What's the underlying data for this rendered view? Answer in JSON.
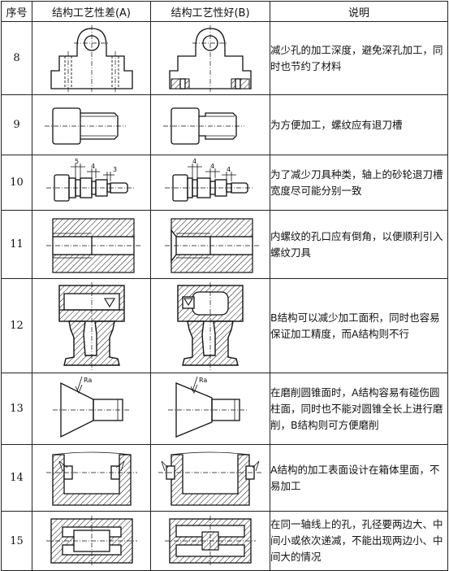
{
  "header": {
    "col_index": "序号",
    "col_bad": "结构工艺性差(A)",
    "col_good": "结构工艺性好(B)",
    "col_note": "说明"
  },
  "rows": [
    {
      "index": "8",
      "note": "减少孔的加工深度，避免深孔加工，同时也节约了材料"
    },
    {
      "index": "9",
      "note": "为方便加工，螺纹应有退刀槽"
    },
    {
      "index": "10",
      "note": "为了减少刀具种类，轴上的砂轮退刀槽宽度尽可能分别一致",
      "dims_bad": [
        "5",
        "4",
        "3"
      ],
      "dims_good": [
        "4",
        "4",
        "4"
      ]
    },
    {
      "index": "11",
      "note": "内螺纹的孔口应有倒角，以便顺利引入螺纹刀具"
    },
    {
      "index": "12",
      "note": "B结构可以减少加工面积，同时也容易保证加工精度，而A结构则不行"
    },
    {
      "index": "13",
      "note": "在磨削圆锥面时，A结构容易有碰伤圆柱面，同时也不能对圆锥全长上进行磨削，B结构则可方便磨削",
      "roughness_bad": "Ra",
      "roughness_good": "Ra"
    },
    {
      "index": "14",
      "note": "A结构的加工表面设计在箱体里面，不易加工"
    },
    {
      "index": "15",
      "note": "在同一轴线上的孔，孔径要两边大、中间小或依次递减，不能出现两边小、中间大的情况"
    }
  ]
}
